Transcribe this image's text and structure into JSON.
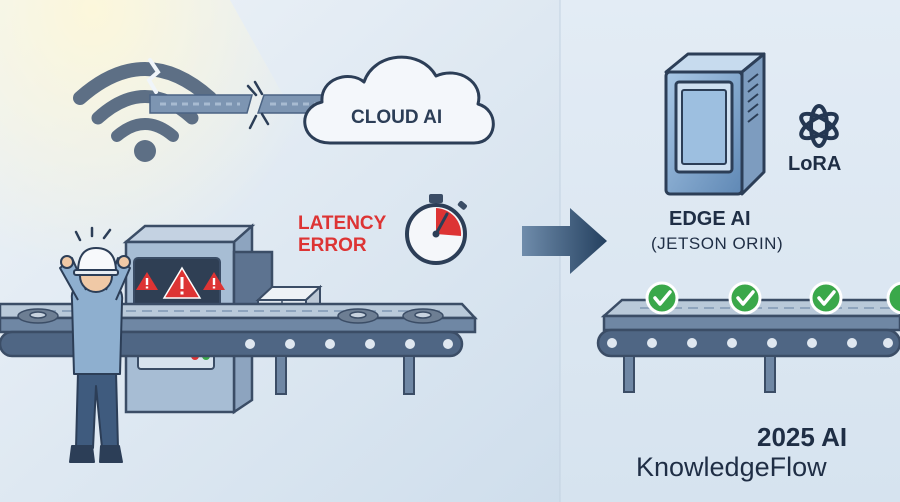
{
  "cloud": {
    "label": "CLOUD AI"
  },
  "alert": {
    "line1": "LATENCY",
    "line2": "ERROR"
  },
  "edge": {
    "title": "EDGE AI",
    "subtitle": "(JETSON ORIN)"
  },
  "lora": {
    "label": "LoRA"
  },
  "brand": {
    "year": "2025 AI",
    "name": "KnowledgeFlow"
  },
  "colors": {
    "alert_red": "#dd3434",
    "check_green": "#3aa84a",
    "navy": "#1f2e45",
    "arrow_blue": "#2a4466"
  },
  "icons": [
    "wifi-icon",
    "broken-link-icon",
    "cloud-icon",
    "stopwatch-icon",
    "warning-icon",
    "edge-device-icon",
    "lora-knot-icon",
    "check-icon",
    "gear-icon",
    "arrow-right-icon"
  ]
}
